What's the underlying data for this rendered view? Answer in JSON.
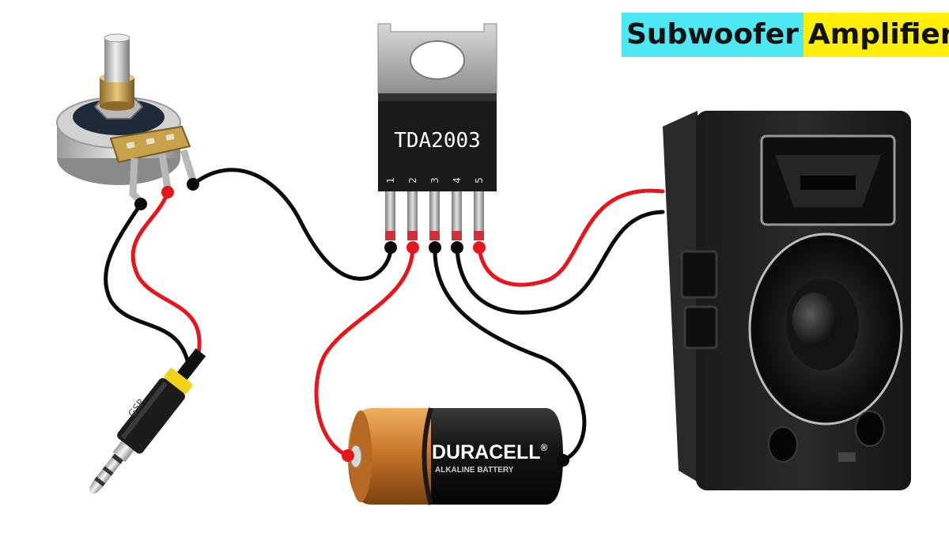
{
  "title": {
    "word1": "Subwoofer",
    "word2": "Amplifier",
    "word1_bg": "#4de8f2",
    "word2_bg": "#ffee0a"
  },
  "chip": {
    "label": "TDA2003",
    "pins": [
      "1",
      "2",
      "3",
      "4",
      "5"
    ]
  },
  "battery": {
    "brand": "DURACELL",
    "reg_mark": "®",
    "subtitle": "ALKALINE BATTERY"
  },
  "jack": {
    "marking": "GSP"
  },
  "colors": {
    "wire_red": "#e8161c",
    "wire_black": "#0a0a0a",
    "battery_copper": "#c8762a",
    "battery_black": "#141414"
  },
  "icons": [
    "potentiometer-icon",
    "audio-jack-icon",
    "speaker-icon",
    "battery-icon",
    "ic-chip-icon"
  ]
}
